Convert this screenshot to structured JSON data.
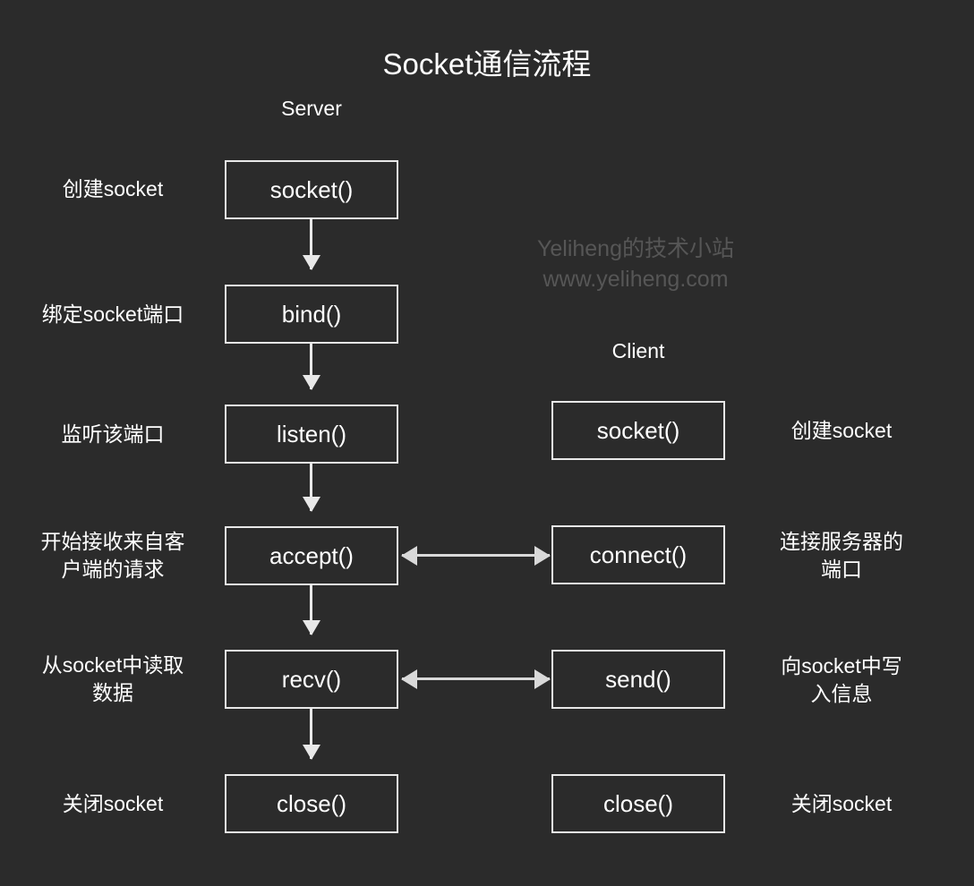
{
  "title": "Socket通信流程",
  "columns": {
    "server_label": "Server",
    "client_label": "Client"
  },
  "watermark": {
    "line1": "Yeliheng的技术小站",
    "line2": "www.yeliheng.com"
  },
  "colors": {
    "background": "#2b2b2b",
    "stroke": "#e8e8e8",
    "text": "#ffffff",
    "watermark": "#565656"
  },
  "server_nodes": [
    {
      "label": "socket()",
      "description": "创建socket"
    },
    {
      "label": "bind()",
      "description": "绑定socket端口"
    },
    {
      "label": "listen()",
      "description": "监听该端口"
    },
    {
      "label": "accept()",
      "description": "开始接收来自客\n户端的请求"
    },
    {
      "label": "recv()",
      "description": "从socket中读取\n数据"
    },
    {
      "label": "close()",
      "description": "关闭socket"
    }
  ],
  "client_nodes": [
    {
      "label": "socket()",
      "description": "创建socket"
    },
    {
      "label": "connect()",
      "description": "连接服务器的\n端口"
    },
    {
      "label": "send()",
      "description": "向socket中写\n入信息"
    },
    {
      "label": "close()",
      "description": "关闭socket"
    }
  ],
  "flow_edges": [
    {
      "from": "socket()",
      "to": "bind()",
      "direction": "down"
    },
    {
      "from": "bind()",
      "to": "listen()",
      "direction": "down"
    },
    {
      "from": "listen()",
      "to": "accept()",
      "direction": "down"
    },
    {
      "from": "accept()",
      "to": "recv()",
      "direction": "down"
    },
    {
      "from": "recv()",
      "to": "close()",
      "direction": "down"
    }
  ],
  "cross_edges": [
    {
      "from": "accept()",
      "to": "connect()",
      "direction": "bidirectional"
    },
    {
      "from": "recv()",
      "to": "send()",
      "direction": "bidirectional"
    }
  ]
}
